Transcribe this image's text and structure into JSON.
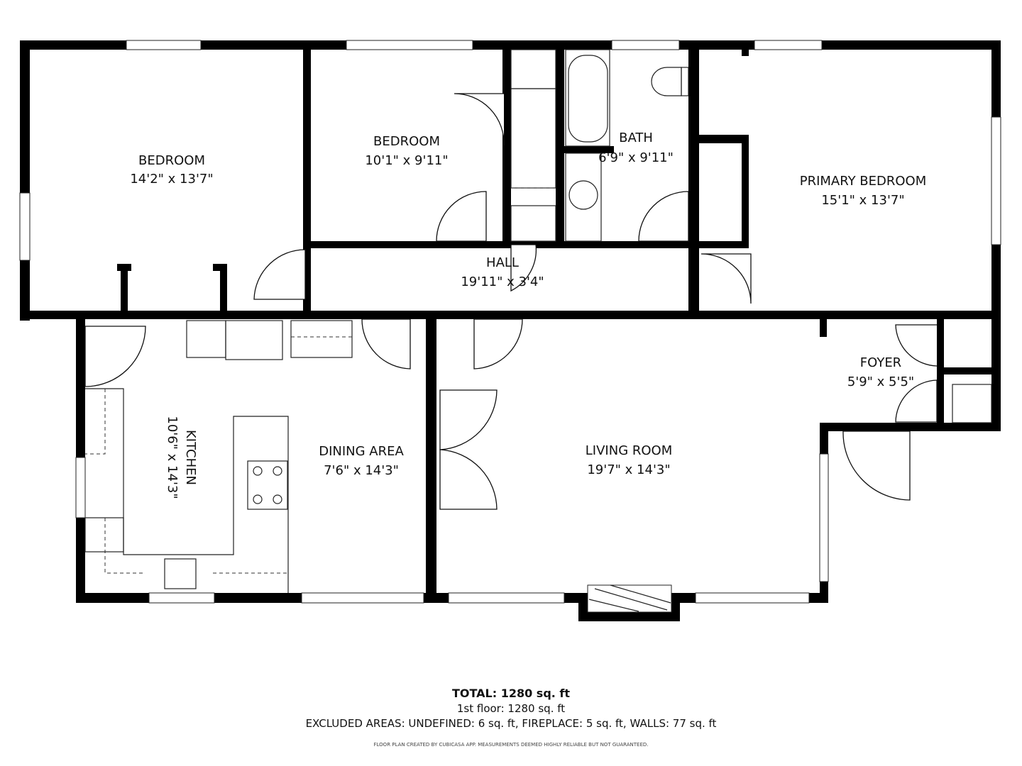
{
  "rooms": [
    {
      "name": "BEDROOM",
      "size": "14'2\" x 13'7\""
    },
    {
      "name": "BEDROOM",
      "size": "10'1\" x 9'11\""
    },
    {
      "name": "BATH",
      "size": "6'9\" x 9'11\""
    },
    {
      "name": "PRIMARY BEDROOM",
      "size": "15'1\" x 13'7\""
    },
    {
      "name": "HALL",
      "size": "19'11\" x 3'4\""
    },
    {
      "name": "KITCHEN",
      "size": "10'6\" x 14'3\""
    },
    {
      "name": "DINING AREA",
      "size": "7'6\" x 14'3\""
    },
    {
      "name": "LIVING ROOM",
      "size": "19'7\" x 14'3\""
    },
    {
      "name": "FOYER",
      "size": "5'9\" x 5'5\""
    }
  ],
  "summary": {
    "total": "TOTAL: 1280 sq. ft",
    "floor": "1st floor: 1280 sq. ft",
    "excluded": "EXCLUDED AREAS: UNDEFINED: 6 sq. ft, FIREPLACE: 5 sq. ft, WALLS: 77 sq. ft",
    "disclaimer": "FLOOR PLAN CREATED BY CUBICASA APP. MEASUREMENTS DEEMED HIGHLY RELIABLE BUT NOT GUARANTEED."
  }
}
